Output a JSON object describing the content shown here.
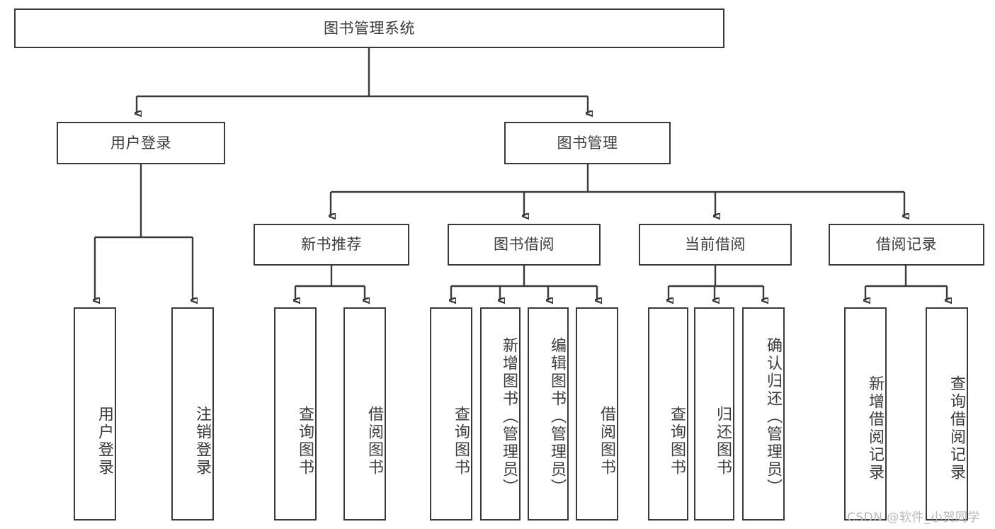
{
  "diagram": {
    "type": "tree-hierarchy",
    "title": "图书管理系统",
    "root": {
      "label": "图书管理系统"
    },
    "level1": [
      {
        "id": "user-login",
        "label": "用户登录"
      },
      {
        "id": "book-manage",
        "label": "图书管理"
      }
    ],
    "level2": [
      {
        "id": "new-book-recommend",
        "label": "新书推荐",
        "parent": "book-manage"
      },
      {
        "id": "book-borrow",
        "label": "图书借阅",
        "parent": "book-manage"
      },
      {
        "id": "current-borrow",
        "label": "当前借阅",
        "parent": "book-manage"
      },
      {
        "id": "borrow-record",
        "label": "借阅记录",
        "parent": "book-manage"
      }
    ],
    "leaves": [
      {
        "id": "leaf-user-login",
        "label": "用户登录",
        "parent": "user-login"
      },
      {
        "id": "leaf-user-logout",
        "label": "注销登录",
        "parent": "user-login"
      },
      {
        "id": "leaf-query-book-1",
        "label": "查询图书",
        "parent": "new-book-recommend"
      },
      {
        "id": "leaf-borrow-book-1",
        "label": "借阅图书",
        "parent": "new-book-recommend"
      },
      {
        "id": "leaf-query-book-2",
        "label": "查询图书",
        "parent": "book-borrow"
      },
      {
        "id": "leaf-add-book",
        "label": "新增图书（管理员）",
        "parent": "book-borrow"
      },
      {
        "id": "leaf-edit-book",
        "label": "编辑图书（管理员）",
        "parent": "book-borrow"
      },
      {
        "id": "leaf-borrow-book-2",
        "label": "借阅图书",
        "parent": "book-borrow"
      },
      {
        "id": "leaf-query-book-3",
        "label": "查询图书",
        "parent": "current-borrow"
      },
      {
        "id": "leaf-return-book",
        "label": "归还图书",
        "parent": "current-borrow"
      },
      {
        "id": "leaf-confirm-return",
        "label": "确认归还（管理员）",
        "parent": "current-borrow"
      },
      {
        "id": "leaf-add-record",
        "label": "新增借阅记录",
        "parent": "borrow-record"
      },
      {
        "id": "leaf-query-record",
        "label": "查询借阅记录",
        "parent": "borrow-record"
      }
    ],
    "colors": {
      "stroke": "#3a3a3a",
      "text": "#3c3c3c",
      "background": "#ffffff",
      "watermark": "#b9b9b9"
    }
  },
  "watermark": {
    "text": "CSDN @软件_小贺同学"
  }
}
